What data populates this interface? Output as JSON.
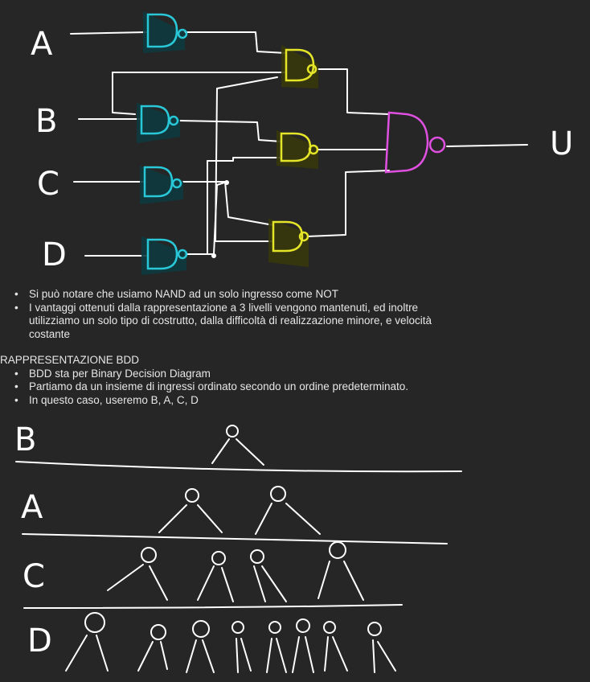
{
  "circuit": {
    "inputs": [
      "A",
      "B",
      "C",
      "D"
    ],
    "output": "U",
    "colors": {
      "not_gate": "#28c8d8",
      "nand_gate": "#e4e428",
      "output_gate": "#e050e0",
      "wire": "#ffffff"
    }
  },
  "notes": {
    "items": [
      "Si può notare che usiamo NAND ad un solo ingresso come NOT",
      "I vantaggi ottenuti dalla rappresentazione a 3 livelli vengono mantenuti, ed inoltre utilizziamo un solo tipo di costrutto, dalla difficoltà di realizzazione minore, e velocità costante"
    ]
  },
  "bdd_section": {
    "heading": "RAPPRESENTAZIONE BDD",
    "items": [
      "BDD sta per Binary Decision Diagram",
      "Partiamo da un insieme di ingressi ordinato secondo un ordine predeterminato.",
      "In questo caso, useremo B, A, C, D"
    ]
  },
  "bdd_diagram": {
    "levels": [
      "B",
      "A",
      "C",
      "D"
    ]
  }
}
